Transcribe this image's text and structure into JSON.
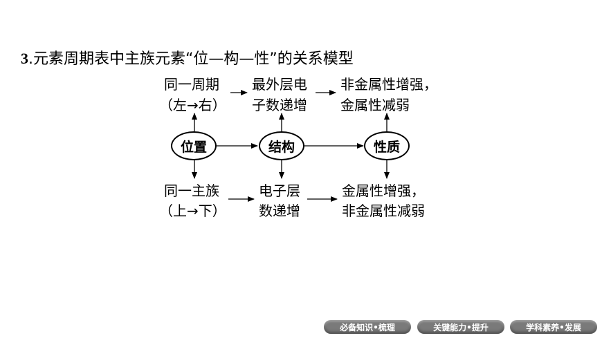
{
  "heading": {
    "number": "3",
    "text": ".元素周期表中主族元素“位—构—性”的关系模型"
  },
  "nodes": {
    "position": "位置",
    "structure": "结构",
    "property": "性质"
  },
  "top": {
    "position_line1": "同一周期",
    "position_line2": "（左→右）",
    "structure_line1": "最外层电",
    "structure_line2": "子数递增",
    "property_line1": "非金属性增强，",
    "property_line2": "金属性减弱"
  },
  "bottom": {
    "position_line1": "同一主族",
    "position_line2": "（上→下）",
    "structure_line1": "电子层",
    "structure_line2": "数递增",
    "property_line1": "金属性增强，",
    "property_line2": "非金属性减弱"
  },
  "nav": {
    "btn1": "必备知识•梳理",
    "btn2": "关键能力•提升",
    "btn3": "学科素养•发展"
  }
}
